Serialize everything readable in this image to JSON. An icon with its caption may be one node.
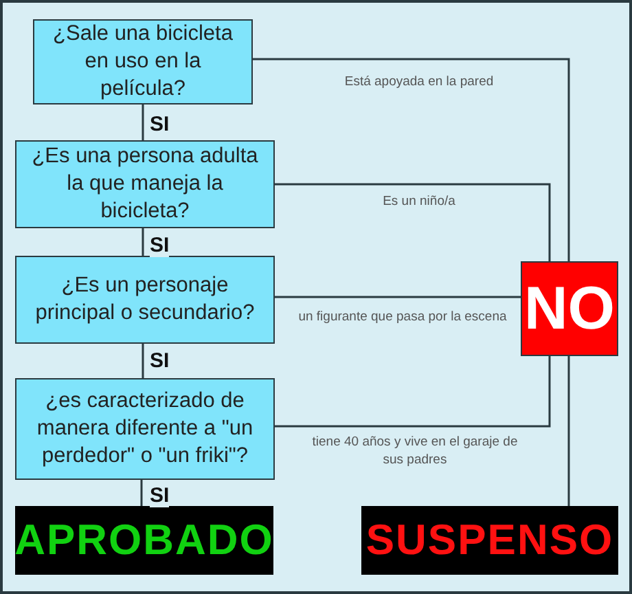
{
  "diagram": {
    "nodes": [
      {
        "text": [
          "¿Sale una bicicleta en uso en la película?"
        ]
      },
      {
        "text": [
          "¿Es una persona adulta la que maneja la bicicleta?"
        ]
      },
      {
        "text": [
          "¿Es un personaje principal o secundario?"
        ]
      },
      {
        "text": [
          "¿es caracterizado de manera diferente a \"un perdedor\" o \"un friki\"?"
        ]
      },
      {
        "text": [
          "APROBADO"
        ]
      },
      {
        "text": [
          "NO"
        ]
      },
      {
        "text": [
          "SUSPENSO"
        ]
      }
    ],
    "edges": [
      {
        "from": 0,
        "to": 1,
        "arrow": "none",
        "label": "SI"
      },
      {
        "from": 1,
        "to": 2,
        "arrow": "none",
        "label": "SI"
      },
      {
        "from": 2,
        "to": 3,
        "arrow": "none",
        "label": "SI"
      },
      {
        "from": 3,
        "to": 4,
        "arrow": "none",
        "label": "SI"
      },
      {
        "from": 0,
        "to": 5,
        "arrow": "none",
        "label": "Está apoyada en la pared"
      },
      {
        "from": 1,
        "to": 5,
        "arrow": "none",
        "label": "Es un niño/a"
      },
      {
        "from": 2,
        "to": 5,
        "arrow": "none",
        "label": "un figurante que pasa por la escena"
      },
      {
        "from": 3,
        "to": 5,
        "arrow": "none",
        "label": "tiene 40 años y vive en el garaje de sus padres"
      },
      {
        "from": 5,
        "to": 6,
        "arrow": "none"
      }
    ]
  }
}
